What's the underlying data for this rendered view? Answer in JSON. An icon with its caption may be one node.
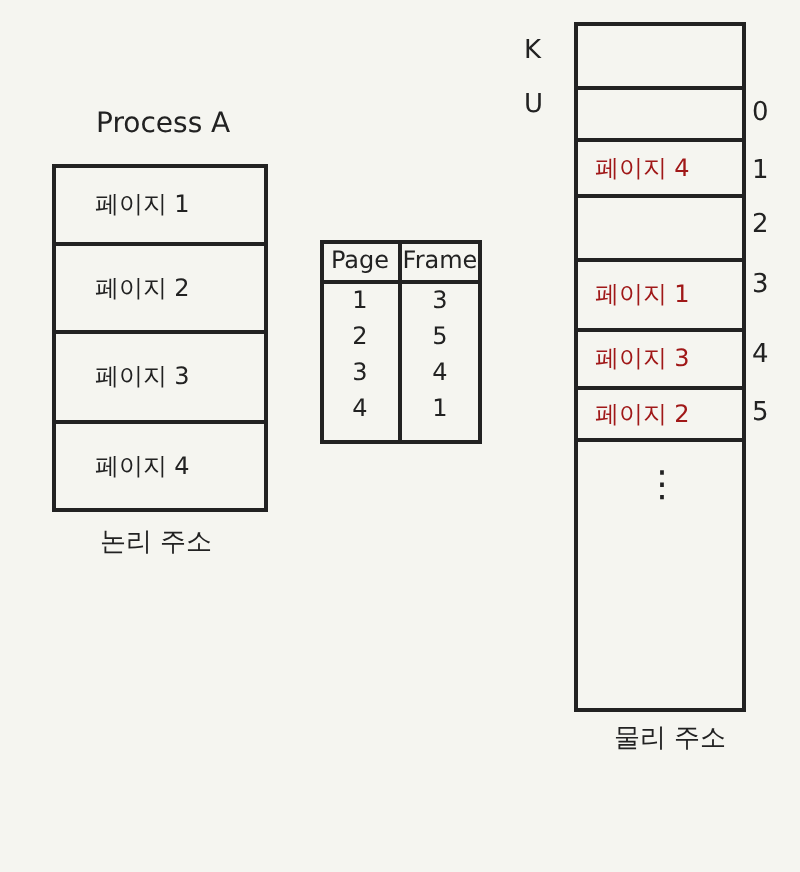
{
  "diagram": {
    "nodes": [
      {
        "text": [
          "Process A"
        ],
        "beside": [
          "논리 주소"
        ]
      },
      {
        "text": [
          "페이지 1"
        ],
        "in": 0
      },
      {
        "text": [
          "페이지 2"
        ],
        "in": 0
      },
      {
        "text": [
          "페이지 3"
        ],
        "in": 0
      },
      {
        "text": [
          "페이지 4"
        ],
        "in": 0
      },
      {
        "text": [],
        "shape": "box",
        "beside": [
          "물리 주소"
        ]
      },
      {
        "text": [],
        "shape": "box",
        "in": 5
      },
      {
        "text": [],
        "shape": "box",
        "in": 5
      },
      {
        "text": [
          "페이지 4"
        ],
        "in": 5
      },
      {
        "text": [],
        "shape": "box",
        "in": 5
      },
      {
        "text": [
          "페이지 1"
        ],
        "in": 5
      },
      {
        "text": [
          "페이지 3"
        ],
        "in": 5
      },
      {
        "text": [
          "페이지 2"
        ],
        "in": 5
      },
      {
        "text": [],
        "shape": "box",
        "in": 5
      }
    ],
    "labels": [
      "Page",
      "Frame",
      "1",
      "3",
      "2",
      "5",
      "3",
      "4",
      "4",
      "1",
      "K",
      "U",
      "0",
      "1",
      "2",
      "3",
      "4",
      "5",
      "⋮"
    ]
  }
}
